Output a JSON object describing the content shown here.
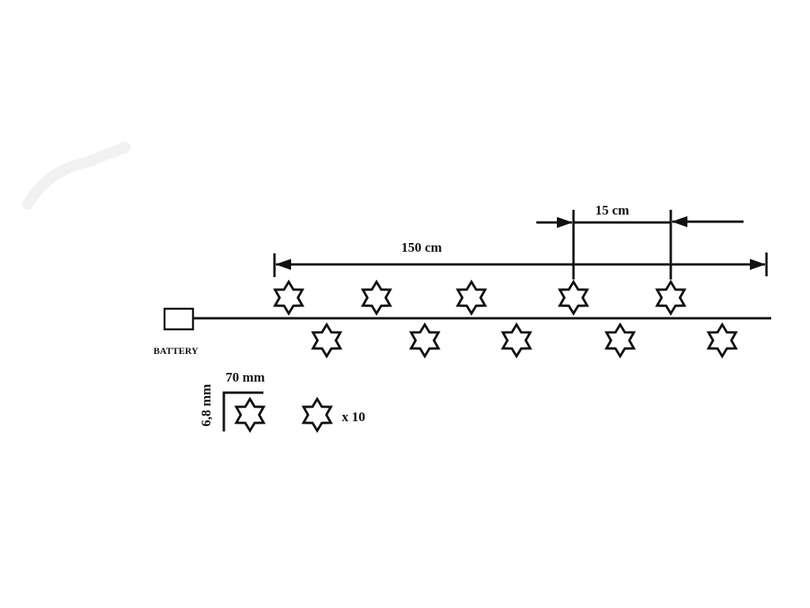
{
  "diagram": {
    "battery_label": "BATTERY",
    "total_length_label": "150 cm",
    "spacing_label": "15 cm",
    "star_width_label": "70 mm",
    "star_height_label": "6,8 mm",
    "count_label": "x 10",
    "star_count": 10,
    "line_color": "#111111"
  }
}
